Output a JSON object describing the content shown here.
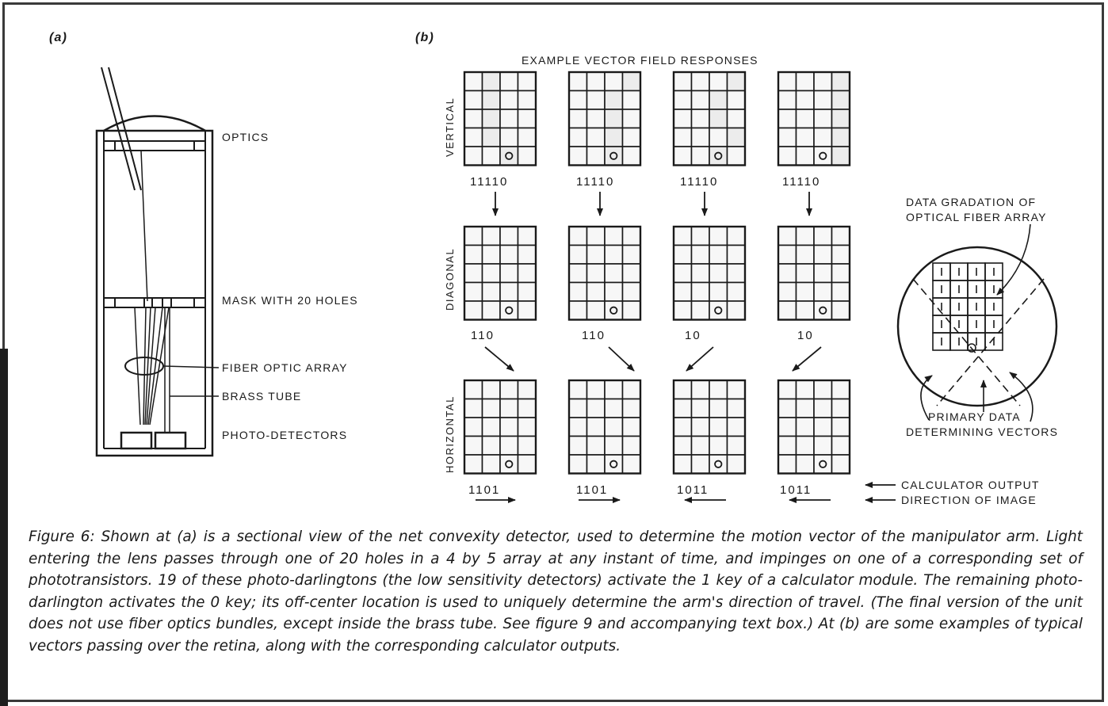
{
  "panel_a": {
    "label": "(a)",
    "labels": {
      "optics": "OPTICS",
      "mask": "MASK WITH 20 HOLES",
      "fiber": "FIBER OPTIC ARRAY",
      "tube": "BRASS TUBE",
      "detectors": "PHOTO-DETECTORS"
    }
  },
  "panel_b": {
    "label": "(b)",
    "title": "EXAMPLE VECTOR FIELD RESPONSES",
    "rows": [
      {
        "name": "VERTICAL",
        "outputs": [
          "11110",
          "11110",
          "11110",
          "11110"
        ]
      },
      {
        "name": "DIAGONAL",
        "outputs": [
          "110",
          "110",
          "10",
          "10"
        ]
      },
      {
        "name": "HORIZONTAL",
        "outputs": [
          "1101",
          "1101",
          "1011",
          "1011"
        ]
      }
    ],
    "legend": {
      "calculator_output": "CALCULATOR OUTPUT",
      "direction": "DIRECTION OF IMAGE"
    },
    "retina": {
      "top_label_1": "DATA GRADATION OF",
      "top_label_2": "OPTICAL FIBER ARRAY",
      "bottom_label_1": "PRIMARY DATA",
      "bottom_label_2": "DETERMINING VECTORS"
    }
  },
  "caption": "Figure 6: Shown at (a) is a sectional view of the net convexity detector, used to determine the motion vector of the manipulator arm. Light entering the lens passes through one of 20 holes in a 4 by 5 array at any instant of time, and impinges on one of a corresponding set of phototransistors. 19 of these photo-darlingtons (the low sensitivity detectors) activate the 1 key of a calculator module. The remaining photo-darlington activates the 0 key; its off-center location is used to uniquely determine the arm's direction of travel. (The final version of the unit does not use fiber optics bundles, except inside the brass tube. See figure 9 and accompanying text box.) At (b) are some examples of typical vectors passing over the retina, along with the corresponding calculator outputs."
}
